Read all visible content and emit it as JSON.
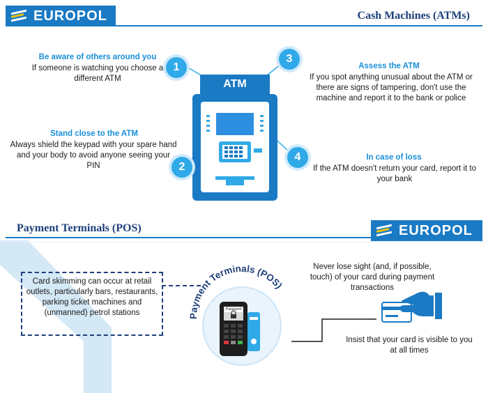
{
  "brand": {
    "logo_text": "EUROPOL",
    "colors": {
      "blue": "#1a7ac4",
      "navy": "#1d3f7a",
      "accent": "#30a9e8",
      "yellow": "#f2c500"
    }
  },
  "atm_section": {
    "title": "Cash Machines (ATMs)",
    "machine_label": "ATM",
    "tips": [
      {
        "number": "1",
        "heading": "Be aware of others around you",
        "body": "If someone is watching you choose a different ATM"
      },
      {
        "number": "2",
        "heading": "Stand close to the ATM",
        "body": "Always shield the keypad with your spare hand and your body to avoid anyone seeing your PIN"
      },
      {
        "number": "3",
        "heading": "Assess the ATM",
        "body": "If you spot anything unusual about the ATM or there are signs of tampering, don't use the machine and report it to the bank or police"
      },
      {
        "number": "4",
        "heading": "In case of loss",
        "body": "If the ATM doesn't return your card, report it to your bank"
      }
    ]
  },
  "pos_section": {
    "title": "Payment Terminals (POS)",
    "circle_label": "Payment Terminals (POS)",
    "skimming_note": "Card skimming can occur at retail outlets, particularly bars, restaurants, parking ticket machines and (unmanned) petrol stations",
    "terminal_screen_text": "Password",
    "sight_note": "Never lose sight (and, if possible, touch) of your card during payment transactions",
    "visible_note": "Insist that your card is visible to you at all times"
  }
}
